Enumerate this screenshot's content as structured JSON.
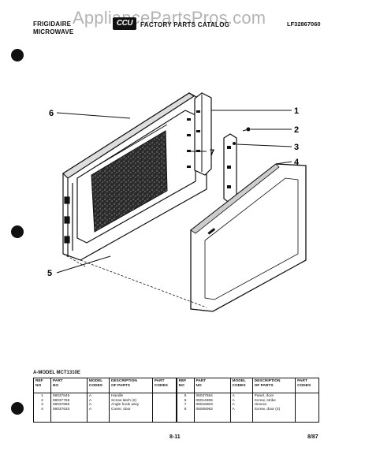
{
  "header": {
    "brand_line1": "FRIGIDAIRE",
    "brand_line2": "MICROWAVE",
    "logo_text": "CCU",
    "catalog_title": "FACTORY PARTS CATALOG",
    "document_number": "LF32867060",
    "watermark": "AppliancePartsPros.com"
  },
  "diagram": {
    "callouts": [
      "1",
      "2",
      "3",
      "4",
      "5",
      "6",
      "7"
    ]
  },
  "table": {
    "model_line": "A-MODEL MCT1310E",
    "headers": {
      "ref_no": [
        "REF",
        "NO"
      ],
      "part_no": [
        "PART",
        "NO"
      ],
      "model_codes": [
        "MODEL",
        "CODES"
      ],
      "description": [
        "DESCRIPTION",
        "OF PARTS"
      ],
      "part_codes": [
        "PART",
        "CODES"
      ]
    },
    "left": {
      "ref": [
        "1",
        "2",
        "3",
        "4"
      ],
      "part": [
        "08037845",
        "08037758",
        "08037865",
        "08037633"
      ],
      "model": [
        "A",
        "A",
        "A",
        "A"
      ],
      "desc": [
        "Handle",
        "Screw latch (2)",
        "Angle hook assy",
        "Cover, door"
      ]
    },
    "right": {
      "ref": [
        "5",
        "6",
        "7",
        "8"
      ],
      "part": [
        "08037664",
        "08014806",
        "08016903",
        "08008063"
      ],
      "model": [
        "A",
        "A",
        "A",
        "A"
      ],
      "desc": [
        "Panel, door",
        "Screw, strike",
        "Hexnut",
        "Screw, door (4)"
      ]
    }
  },
  "footer": {
    "page_number": "8-11",
    "date": "8/87"
  }
}
